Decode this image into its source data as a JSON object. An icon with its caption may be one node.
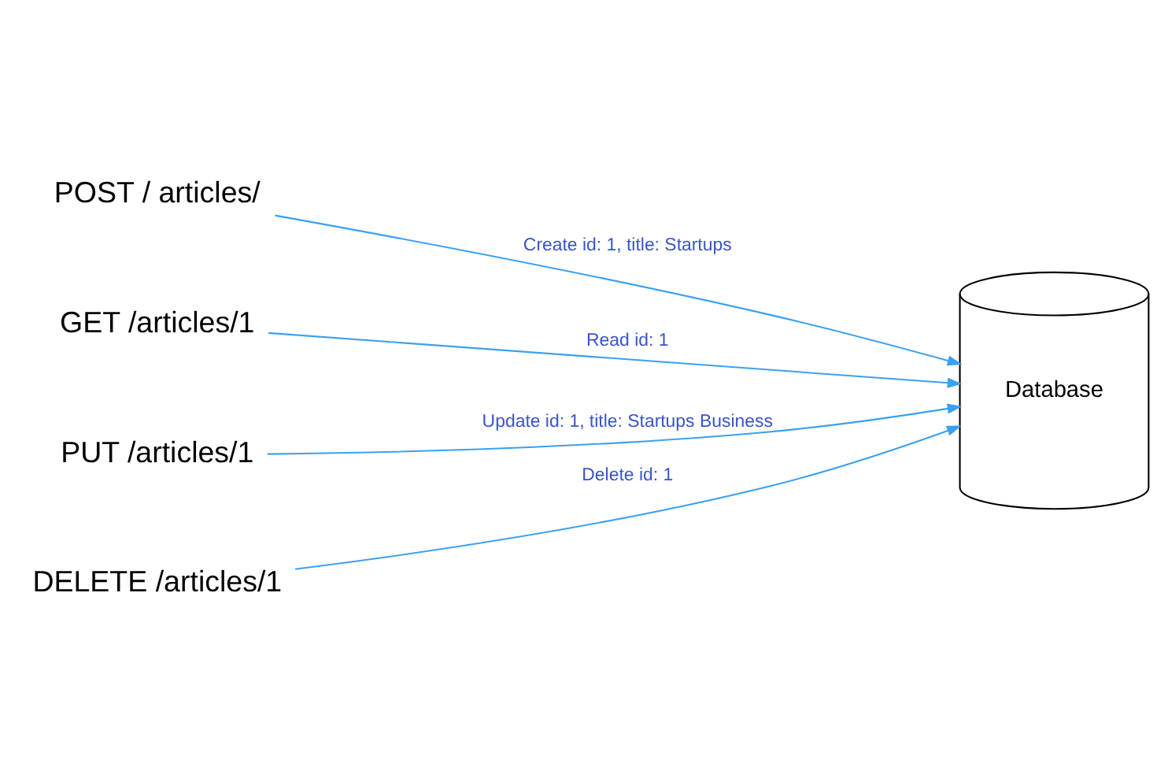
{
  "diagram": {
    "nodes": [
      {
        "text": [
          "POST / articles/"
        ]
      },
      {
        "text": [
          "GET /articles/1"
        ]
      },
      {
        "text": [
          "PUT /articles/1"
        ]
      },
      {
        "text": [
          "DELETE /articles/1"
        ]
      },
      {
        "text": [
          "Database"
        ]
      }
    ],
    "edges": [
      {
        "from": 0,
        "to": 4,
        "arrow": "to",
        "label": "Create id: 1, title: Startups"
      },
      {
        "from": 1,
        "to": 4,
        "arrow": "to",
        "label": "Read id: 1"
      },
      {
        "from": 2,
        "to": 4,
        "arrow": "to",
        "label": "Update id: 1, title: Startups Business"
      },
      {
        "from": 3,
        "to": 4,
        "arrow": "to",
        "label": "Delete id: 1"
      }
    ]
  }
}
